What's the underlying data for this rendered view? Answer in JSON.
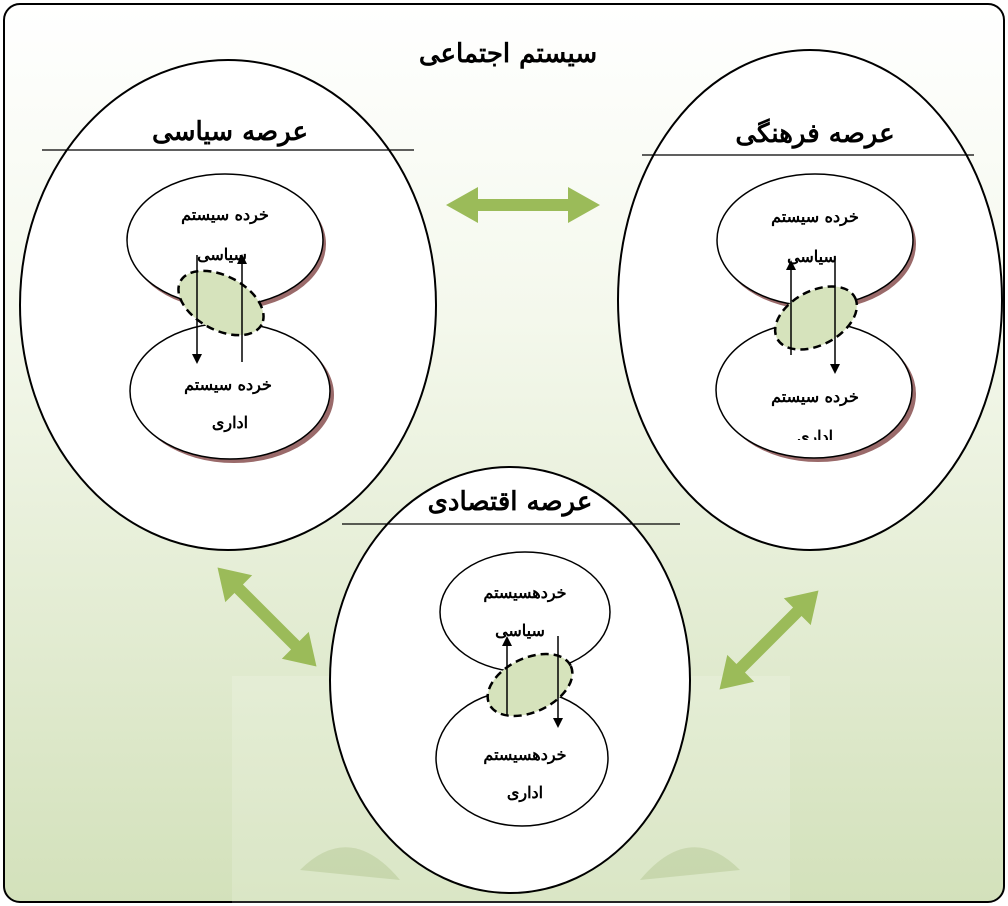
{
  "diagram": {
    "title": "سیستم اجتماعی",
    "colors": {
      "accent_green": "#9bbb59",
      "overlap_fill": "#d6e3bc",
      "background_top": "#ffffff",
      "background_bottom": "#d4e2bd"
    },
    "arenas": {
      "political": {
        "title": "عرصه سیاسی",
        "upper_subsystem": {
          "line1": "خرده سیستم",
          "line2": "سیاسی"
        },
        "lower_subsystem": {
          "line1": "خرده سیستم",
          "line2": "اداری"
        }
      },
      "cultural": {
        "title": "عرصه فرهنگی",
        "upper_subsystem": {
          "line1": "خرده سیستم",
          "line2": "سیاسی"
        },
        "lower_subsystem": {
          "line1": "خرده سیستم",
          "line2": "اداری"
        }
      },
      "economic": {
        "title": "عرصه اقتصادی",
        "upper_subsystem": {
          "line1": "خردهسیستم",
          "line2": "سیاسی"
        },
        "lower_subsystem": {
          "line1": "خردهسیستم",
          "line2": "اداری"
        }
      }
    }
  }
}
